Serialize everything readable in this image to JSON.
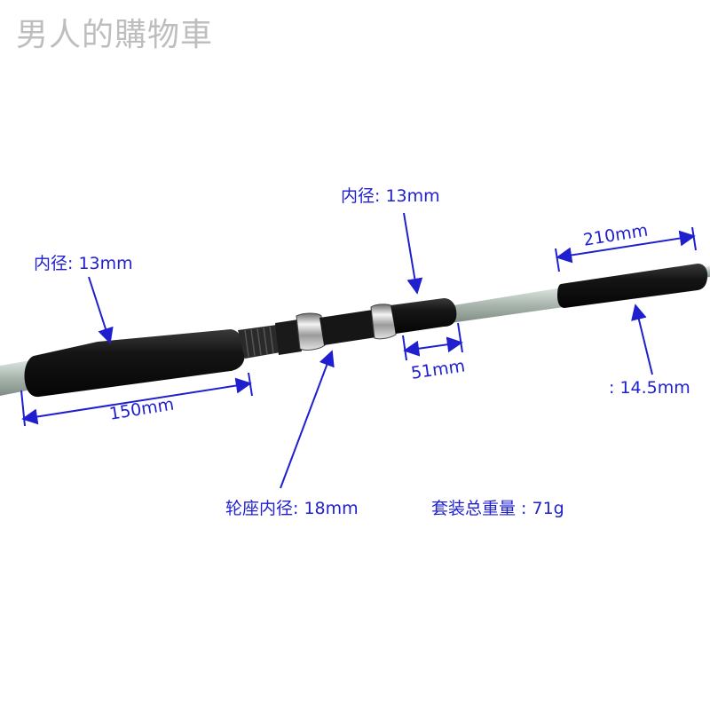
{
  "watermark": "男人的購物車",
  "labels": {
    "handle_inner_diameter": "内径: 13mm",
    "fore_grip_inner_diameter": "内径: 13mm",
    "rear_grip_length": "150mm",
    "fore_grip_length": "51mm",
    "butt_grip_length": "210mm",
    "butt_grip_diameter": ": 14.5mm",
    "reel_seat_inner_diameter": "轮座内径: 18mm",
    "total_weight": "套装总重量 : 71g"
  },
  "colors": {
    "annotation": "#1f1fcf",
    "foam": "#141414",
    "blank": "#b9c6bf",
    "chrome": "#c8c8c8"
  }
}
